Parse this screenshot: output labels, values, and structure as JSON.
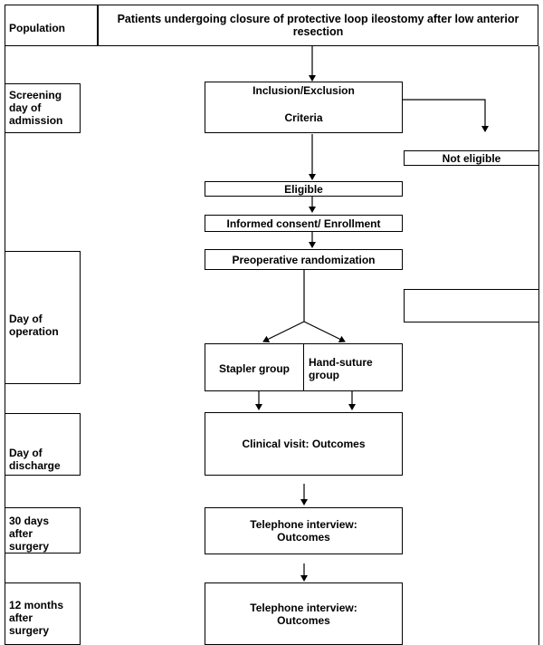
{
  "stages": {
    "population": "Population",
    "screening": "Screening\nday of\nadmission",
    "operation": "Day of\noperation",
    "discharge": "Day of\ndischarge",
    "thirty_days": "30 days\nafter\nsurgery",
    "twelve_months": "12 months\nafter\nsurgery"
  },
  "boxes": {
    "population": "Patients undergoing closure of protective loop ileostomy after low anterior resection",
    "criteria_line1": "Inclusion/Exclusion",
    "criteria_line2": "Criteria",
    "not_eligible": "Not eligible",
    "eligible": "Eligible",
    "consent": "Informed consent/ Enrollment",
    "randomization": "Preoperative randomization",
    "stapler": "Stapler group",
    "hand_suture": "Hand-suture group",
    "clinical_visit": "Clinical visit: Outcomes",
    "telephone_30": "Telephone interview:\nOutcomes",
    "telephone_12": "Telephone interview:\nOutcomes"
  }
}
